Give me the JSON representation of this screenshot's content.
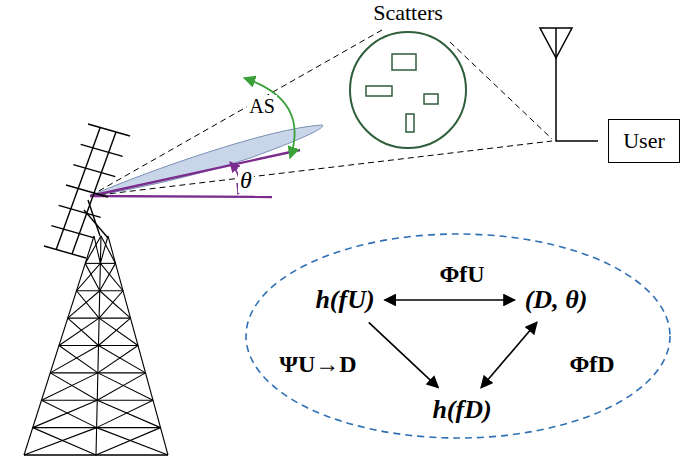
{
  "diagram": {
    "nodes": [
      {
        "text": [
          "Scatters"
        ]
      },
      {
        "text": [
          "User"
        ]
      },
      {
        "text": [
          "h(fU)"
        ]
      },
      {
        "text": [
          "(D, θ)"
        ]
      },
      {
        "text": [
          "h(fD)"
        ]
      }
    ],
    "edges": [
      {
        "from": 2,
        "to": 3,
        "arrow": "both",
        "label": "ΦfU"
      },
      {
        "from": 2,
        "to": 4,
        "arrow": "to",
        "label": "ΨU→D"
      },
      {
        "from": 3,
        "to": 4,
        "arrow": "both",
        "label": "ΦfD"
      }
    ],
    "labels": [
      "AS",
      "θ"
    ]
  }
}
